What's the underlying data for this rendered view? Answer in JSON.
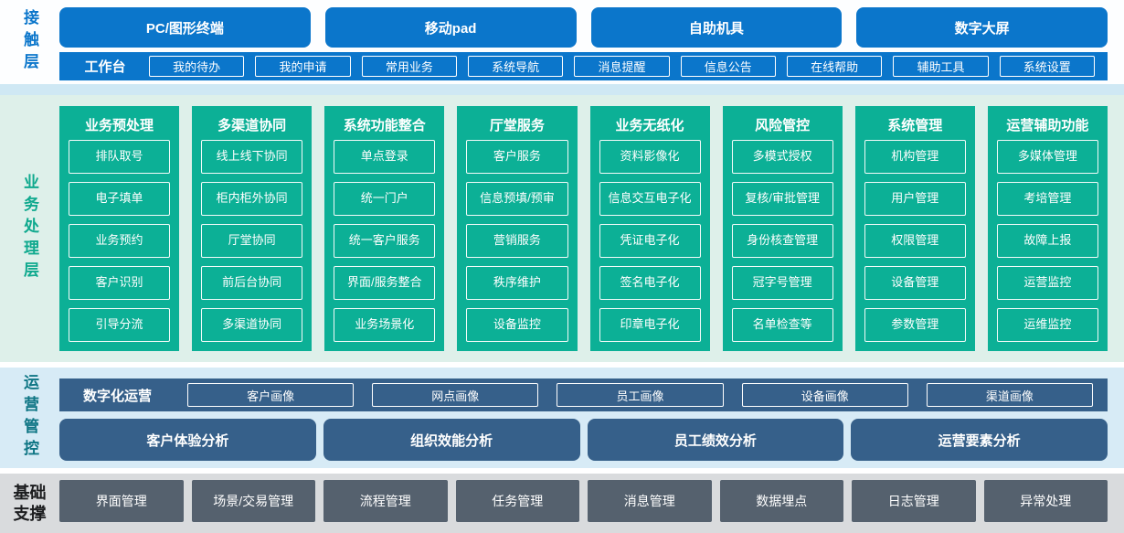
{
  "colors": {
    "brand_blue": "#0b76cb",
    "brand_green": "#0cb096",
    "slate_blue": "#36608a",
    "dark_gray": "#55616e",
    "contact_band_bg": "#fdfeff",
    "business_band_bg": "#def0ea",
    "operations_band_bg": "#d7ebf6",
    "foundation_band_bg": "#d9dbdd",
    "divider_blue": "#cfe8f4",
    "contact_label_color": "#0b76cb",
    "business_label_color": "#0fa98e",
    "operations_label_color": "#0e7584",
    "foundation_label_color": "#1c1d1f"
  },
  "contact_layer": {
    "label": "接触层",
    "terminals": [
      "PC/图形终端",
      "移动pad",
      "自助机具",
      "数字大屏"
    ],
    "workbench_label": "工作台",
    "workbench_items": [
      "我的待办",
      "我的申请",
      "常用业务",
      "系统导航",
      "消息提醒",
      "信息公告",
      "在线帮助",
      "辅助工具",
      "系统设置"
    ]
  },
  "business_layer": {
    "label": "业务处理层",
    "columns": [
      {
        "title": "业务预处理",
        "items": [
          "排队取号",
          "电子填单",
          "业务预约",
          "客户识别",
          "引导分流"
        ]
      },
      {
        "title": "多渠道协同",
        "items": [
          "线上线下协同",
          "柜内柜外协同",
          "厅堂协同",
          "前后台协同",
          "多渠道协同"
        ]
      },
      {
        "title": "系统功能整合",
        "items": [
          "单点登录",
          "统一门户",
          "统一客户服务",
          "界面/服务整合",
          "业务场景化"
        ]
      },
      {
        "title": "厅堂服务",
        "items": [
          "客户服务",
          "信息预填/预审",
          "营销服务",
          "秩序维护",
          "设备监控"
        ]
      },
      {
        "title": "业务无纸化",
        "items": [
          "资料影像化",
          "信息交互电子化",
          "凭证电子化",
          "签名电子化",
          "印章电子化"
        ]
      },
      {
        "title": "风险管控",
        "items": [
          "多模式授权",
          "复核/审批管理",
          "身份核查管理",
          "冠字号管理",
          "名单检查等"
        ]
      },
      {
        "title": "系统管理",
        "items": [
          "机构管理",
          "用户管理",
          "权限管理",
          "设备管理",
          "参数管理"
        ]
      },
      {
        "title": "运营辅助功能",
        "items": [
          "多媒体管理",
          "考培管理",
          "故障上报",
          "运营监控",
          "运维监控"
        ]
      }
    ]
  },
  "operations_layer": {
    "label": "运营管控",
    "digital_ops_label": "数字化运营",
    "portraits": [
      "客户画像",
      "网点画像",
      "员工画像",
      "设备画像",
      "渠道画像"
    ],
    "analysis": [
      "客户体验分析",
      "组织效能分析",
      "员工绩效分析",
      "运营要素分析"
    ]
  },
  "foundation_layer": {
    "label": "基础支撑",
    "items": [
      "界面管理",
      "场景/交易管理",
      "流程管理",
      "任务管理",
      "消息管理",
      "数据埋点",
      "日志管理",
      "异常处理"
    ]
  }
}
